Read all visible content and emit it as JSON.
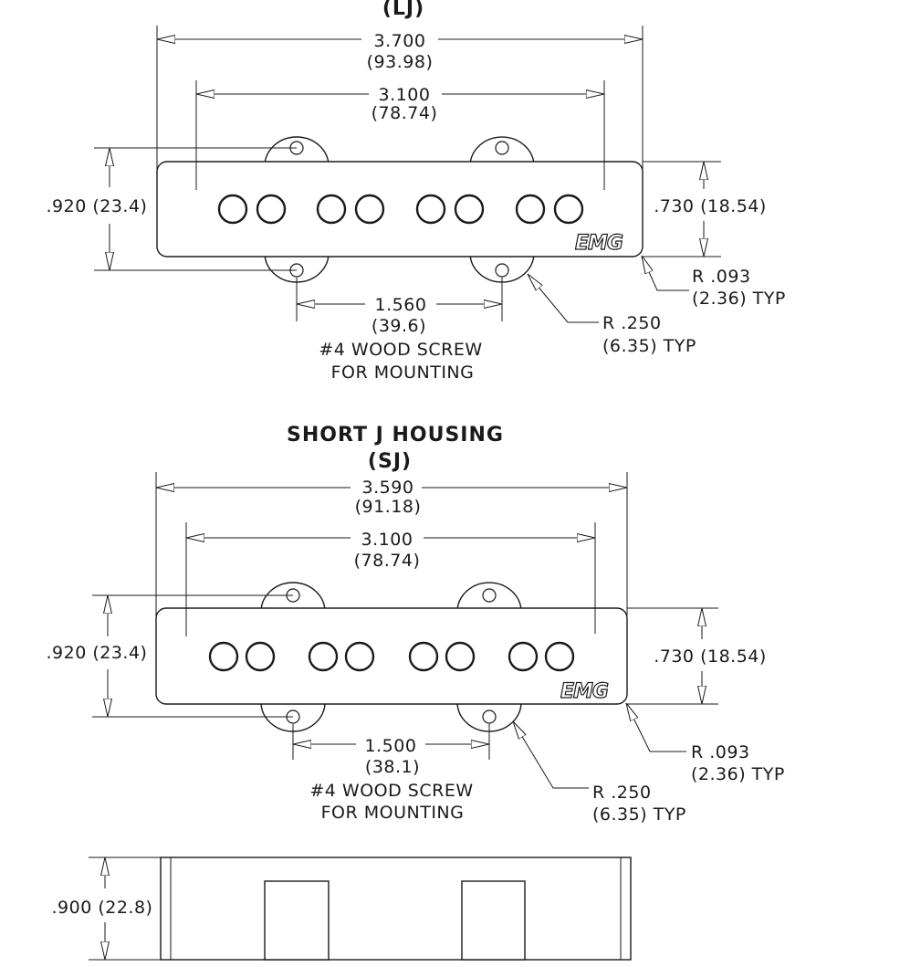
{
  "long_j": {
    "title_code": "(LJ)",
    "overall_length": "3.700",
    "overall_length_mm": "(93.98)",
    "pole_span": "3.100",
    "pole_span_mm": "(78.74)",
    "tab_height": ".920 (23.4)",
    "body_height": ".730 (18.54)",
    "mount_spacing": "1.560",
    "mount_spacing_mm": "(39.6)",
    "screw_note_1": "#4 WOOD SCREW",
    "screw_note_2": "FOR MOUNTING",
    "corner_radius": "R .093",
    "corner_radius_mm": "(2.36) TYP",
    "tab_radius": "R .250",
    "tab_radius_mm": "(6.35) TYP",
    "logo": "EMG"
  },
  "short_j": {
    "title": "SHORT J HOUSING",
    "title_code": "(SJ)",
    "overall_length": "3.590",
    "overall_length_mm": "(91.18)",
    "pole_span": "3.100",
    "pole_span_mm": "(78.74)",
    "tab_height": ".920 (23.4)",
    "body_height": ".730 (18.54)",
    "mount_spacing": "1.500",
    "mount_spacing_mm": "(38.1)",
    "screw_note_1": "#4 WOOD SCREW",
    "screw_note_2": "FOR MOUNTING",
    "corner_radius": "R .093",
    "corner_radius_mm": "(2.36) TYP",
    "tab_radius": "R .250",
    "tab_radius_mm": "(6.35) TYP",
    "logo": "EMG"
  },
  "side_view": {
    "height": ".900 (22.8)"
  }
}
